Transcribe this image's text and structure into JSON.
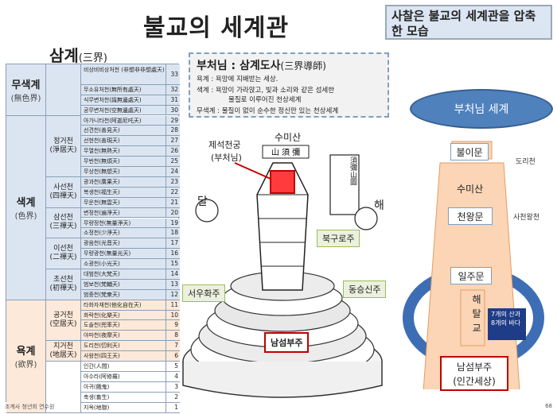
{
  "title": "불교의 세계관",
  "corner_note": "사찰은 불교의 세계관을 압축한 모습",
  "samgye": {
    "label": "삼계",
    "hanja": "(三界)"
  },
  "realms": [
    {
      "name": "무색계",
      "hanja": "(無色界)",
      "heavens": [
        {
          "name": "비상비비상처천 (非想非非想處天)",
          "num": "33"
        },
        {
          "name": "무소유처천(無所有處天)",
          "num": "32"
        },
        {
          "name": "식무변처천(識無邊處天)",
          "num": "31"
        },
        {
          "name": "공무변처천(空無邊處天)",
          "num": "30"
        }
      ]
    },
    {
      "name": "색계",
      "hanja": "(色界)",
      "subs": [
        {
          "name": "정거천",
          "hanja": "(淨居天)"
        },
        {
          "name": "사선천",
          "hanja": "(四禪天)"
        },
        {
          "name": "삼선천",
          "hanja": "(三禪天)"
        },
        {
          "name": "이선천",
          "hanja": "(二禪天)"
        },
        {
          "name": "초선천",
          "hanja": "(初禪天)"
        }
      ],
      "heavens": [
        {
          "name": "아가니타천(阿迦尼吒天)",
          "num": "29"
        },
        {
          "name": "선견천(善見天)",
          "num": "28"
        },
        {
          "name": "선현천(善現天)",
          "num": "27"
        },
        {
          "name": "무열천(無熱天)",
          "num": "26"
        },
        {
          "name": "무번천(無煩天)",
          "num": "25"
        },
        {
          "name": "무상천(無想天)",
          "num": "24"
        },
        {
          "name": "광과천(廣果天)",
          "num": "23"
        },
        {
          "name": "복생천(福生天)",
          "num": "22"
        },
        {
          "name": "무운천(無雲天)",
          "num": "21"
        },
        {
          "name": "변정천(遍淨天)",
          "num": "20"
        },
        {
          "name": "무량정천(無量淨天)",
          "num": "19"
        },
        {
          "name": "소정천(少淨天)",
          "num": "18"
        },
        {
          "name": "광음천(光音天)",
          "num": "17"
        },
        {
          "name": "무량광천(無量光天)",
          "num": "16"
        },
        {
          "name": "소광천(小光天)",
          "num": "15"
        },
        {
          "name": "대범천(大梵天)",
          "num": "14"
        },
        {
          "name": "범보천(梵輔天)",
          "num": "13"
        },
        {
          "name": "범중천(梵衆天)",
          "num": "12"
        }
      ]
    },
    {
      "name": "욕계",
      "hanja": "(欲界)",
      "subs": [
        {
          "name": "공거천",
          "hanja": "(空居天)"
        },
        {
          "name": "지거천",
          "hanja": "(地居天)"
        }
      ],
      "heavens": [
        {
          "name": "타화자재천(他化自在天)",
          "num": "11"
        },
        {
          "name": "화락천(化樂天)",
          "num": "10"
        },
        {
          "name": "도솔천(兜率天)",
          "num": "9"
        },
        {
          "name": "야마천(夜摩天)",
          "num": "8"
        },
        {
          "name": "도리천(忉利天)",
          "num": "7"
        },
        {
          "name": "사왕천(四王天)",
          "num": "6"
        },
        {
          "name": "인간(人間)",
          "num": "5"
        },
        {
          "name": "아수라(阿修羅)",
          "num": "4"
        },
        {
          "name": "아귀(餓鬼)",
          "num": "3"
        },
        {
          "name": "축생(畜生)",
          "num": "2"
        },
        {
          "name": "지옥(地獄)",
          "num": "1"
        }
      ]
    }
  ],
  "buddha_box": {
    "title": "부처님 : 삼계도사",
    "title_hanja": "(三界導師)",
    "line1": "욕계 : 욕망에 지배받는 세상.",
    "line2a": "색계 : 욕망이 가라앉고, 빛과 소리와 같은 섬세한",
    "line2b": "물질로 이루어진 천상세계",
    "line3": "무색계 : 물질이 없이 순수한 정신만 있는 천상세계"
  },
  "diagram": {
    "jeseok": "제석천궁",
    "jeseok_sub": "(부처님)",
    "sumisan": "수미산",
    "moon": "달",
    "sun": "해",
    "north": "북구로주",
    "west": "서우화주",
    "east": "동승신주",
    "south": "남섬부주",
    "scroll_text": "須彌山圖",
    "banner_text": "山 須 彌"
  },
  "right_diagram": {
    "world": "부처님 세계",
    "gate1": "불이문",
    "mountain": "수미산",
    "gate2": "천왕문",
    "gate3": "일주문",
    "river": "해\n탈\n교",
    "label_dori": "도리천",
    "label_sacheon": "사천왕천",
    "note": "7개의 산과 8개의 바다",
    "human": "남섬부주",
    "human_sub": "(인간세상)"
  },
  "footer": "조계사 청년회 연수원",
  "page_number": "68"
}
